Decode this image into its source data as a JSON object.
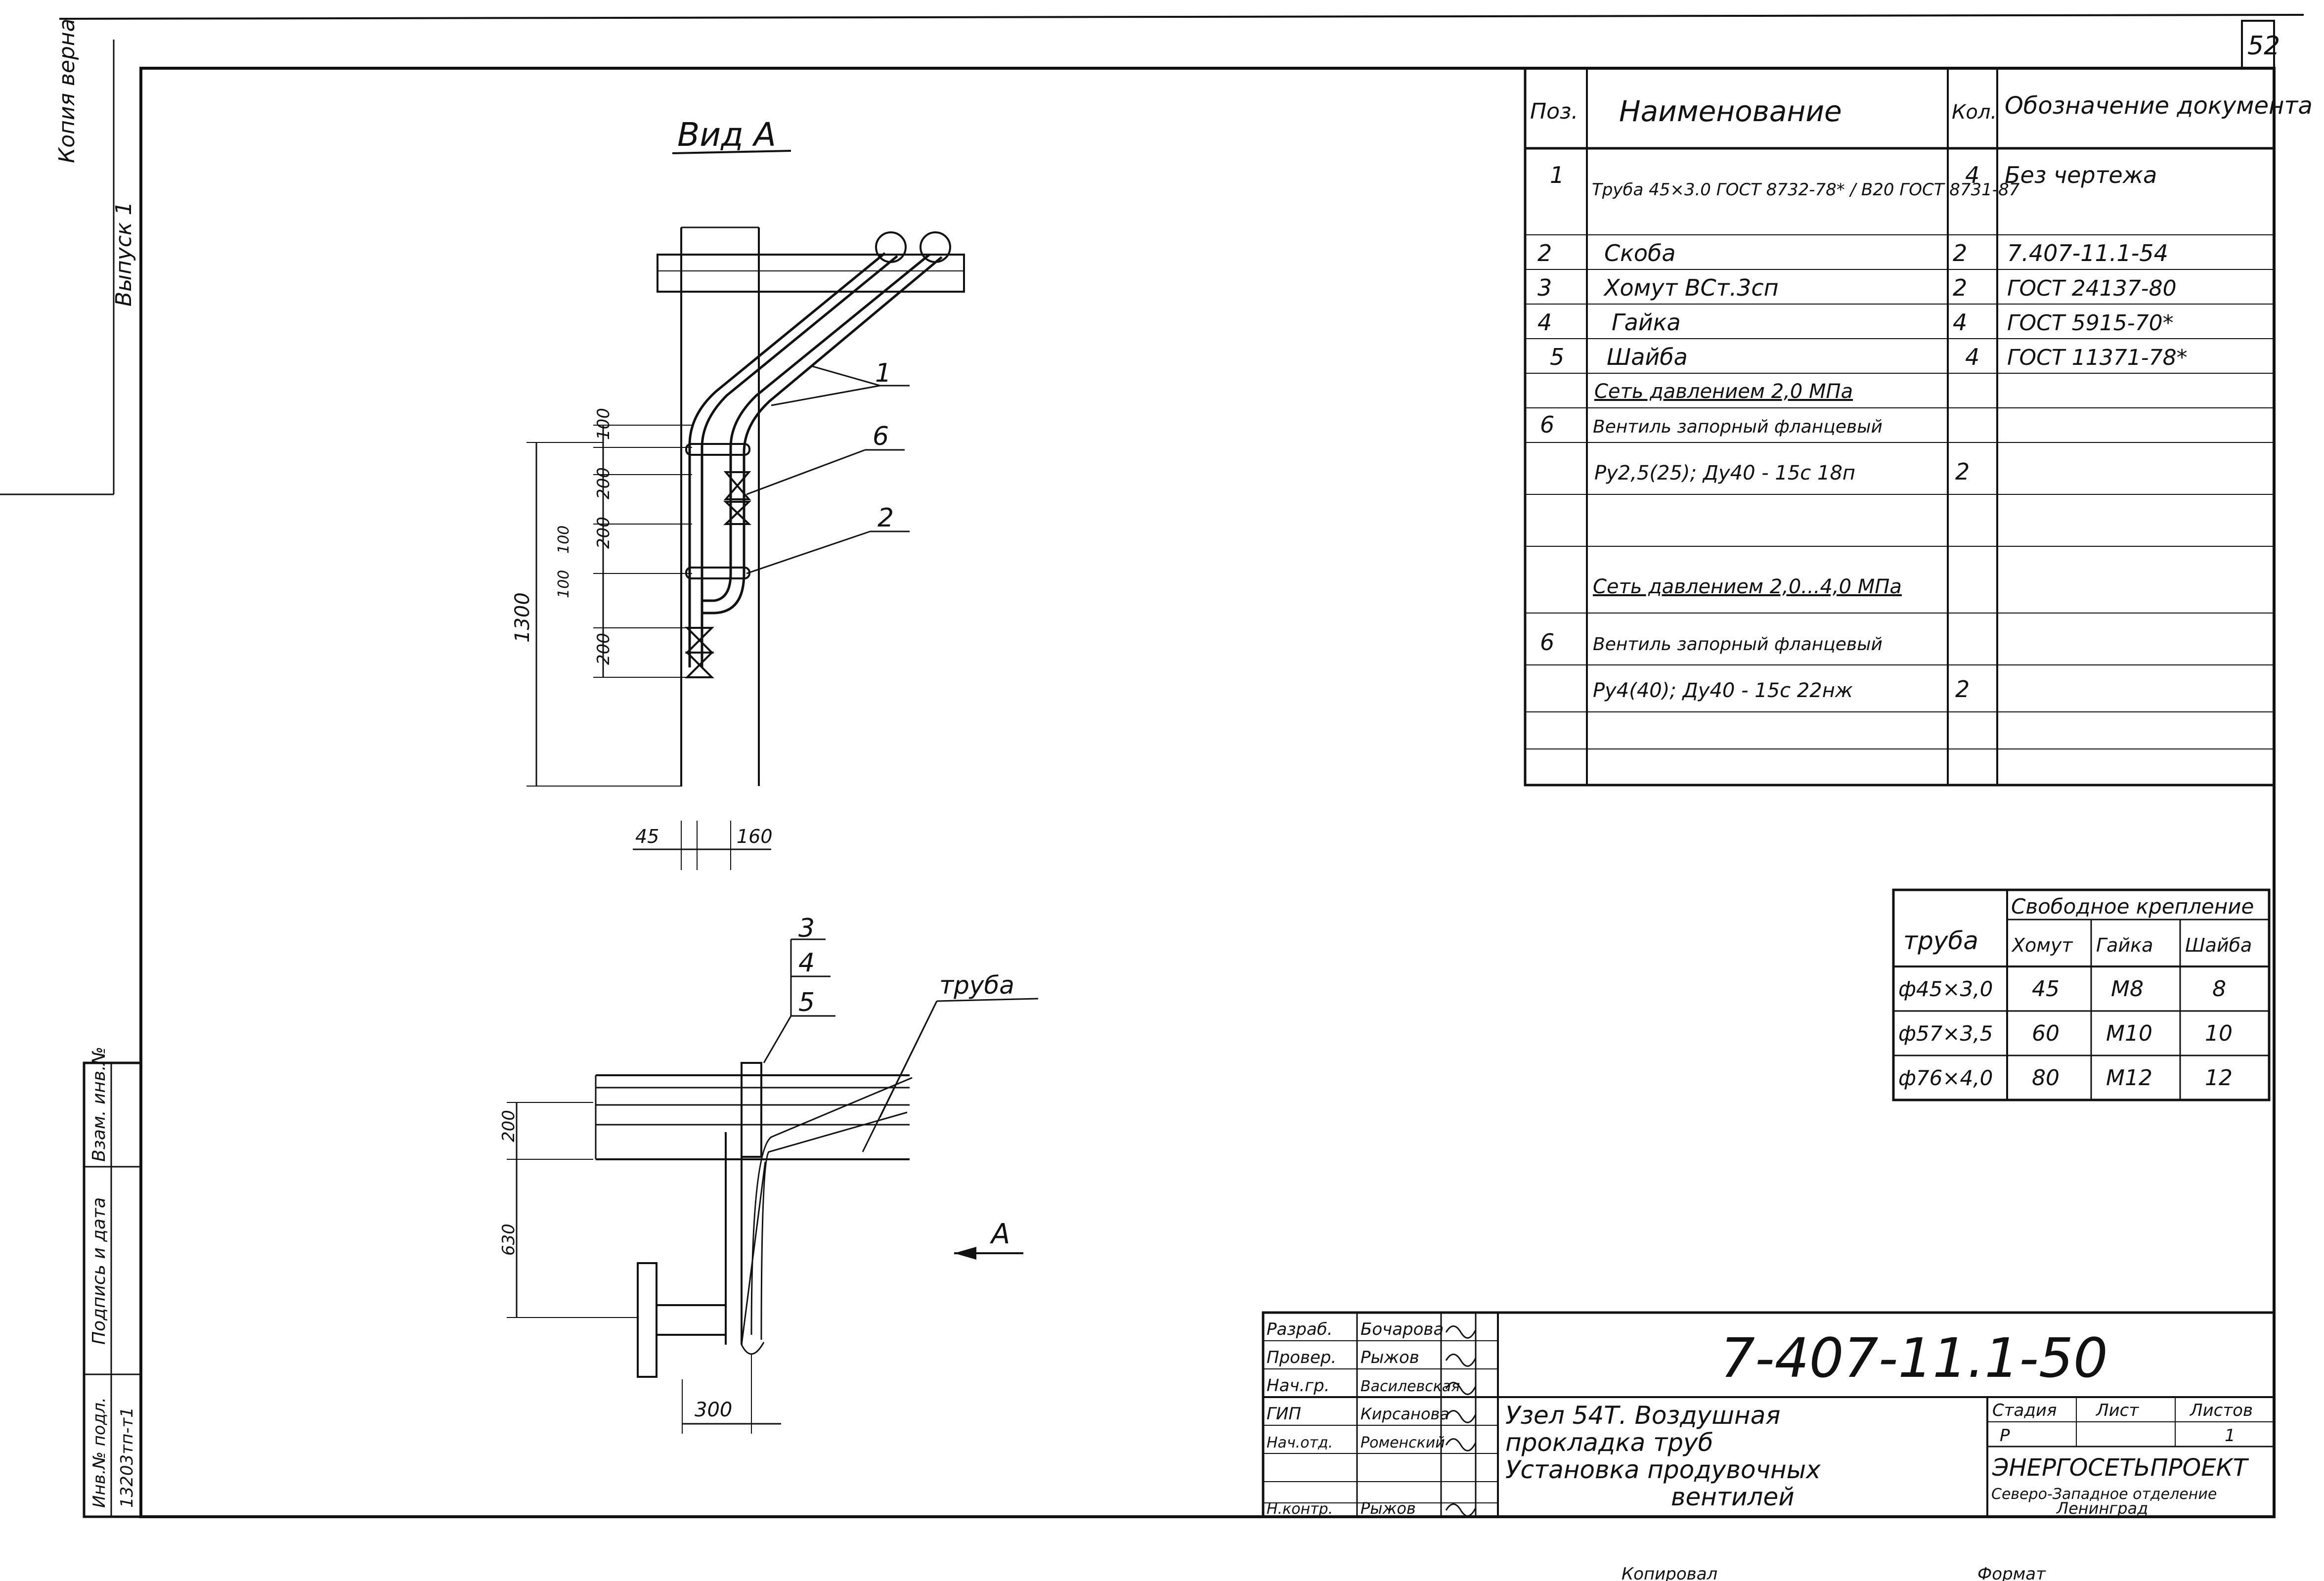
{
  "page_number": "52",
  "margin": {
    "stamp_text": "Копия верна",
    "issue": "Выпуск 1"
  },
  "view_title": "Вид А",
  "view_arrow_label": "А",
  "dimensions": {
    "top_gap": "100",
    "valve_upper": "200",
    "valve_span": "200",
    "small_a": "100",
    "small_b": "100",
    "lower": "200",
    "total_height": "1300",
    "pipe_offset": "45",
    "post_offset": "160",
    "plan_width": "200",
    "plan_depth": "630",
    "plan_base": "300"
  },
  "callouts": {
    "pipe": "1",
    "valve": "6",
    "bracket": "2",
    "clamp": "3",
    "nut": "4",
    "washer": "5",
    "pipe_label": "труба"
  },
  "spec_table": {
    "headers": [
      "Поз.",
      "Наименование",
      "Кол.",
      "Обозначение документа"
    ],
    "rows": [
      {
        "pos": "1",
        "name": "Труба 45×3.0 ГОСТ 8732-78* / В20 ГОСТ 8731-87",
        "qty": "4",
        "doc": "Без чертежа"
      },
      {
        "pos": "2",
        "name": "Скоба",
        "qty": "2",
        "doc": "7.407-11.1-54"
      },
      {
        "pos": "3",
        "name": "Хомут      ВСт.3сп",
        "qty": "2",
        "doc": "ГОСТ 24137-80"
      },
      {
        "pos": "4",
        "name": "Гайка",
        "qty": "4",
        "doc": "ГОСТ 5915-70*"
      },
      {
        "pos": "5",
        "name": "Шайба",
        "qty": "4",
        "doc": "ГОСТ 11371-78*"
      },
      {
        "pos": "",
        "name": "Сеть давлением 2,0 МПа",
        "qty": "",
        "doc": ""
      },
      {
        "pos": "6",
        "name": "Вентиль запорный фланцевый",
        "qty": "",
        "doc": ""
      },
      {
        "pos": "",
        "name": "Ру2,5(25); Ду40 - 15с 18п",
        "qty": "2",
        "doc": ""
      },
      {
        "pos": "",
        "name": "",
        "qty": "",
        "doc": ""
      },
      {
        "pos": "",
        "name": "Сеть давлением 2,0...4,0 МПа",
        "qty": "",
        "doc": ""
      },
      {
        "pos": "6",
        "name": "Вентиль запорный фланцевый",
        "qty": "",
        "doc": ""
      },
      {
        "pos": "",
        "name": "Ру4(40); Ду40 - 15с 22нж",
        "qty": "2",
        "doc": ""
      },
      {
        "pos": "",
        "name": "",
        "qty": "",
        "doc": ""
      },
      {
        "pos": "",
        "name": "",
        "qty": "",
        "doc": ""
      }
    ]
  },
  "fastening_table": {
    "group_header": "Свободное крепление",
    "col_pipe": "труба",
    "col_clamp": "Хомут",
    "col_nut": "Гайка",
    "col_washer": "Шайба",
    "rows": [
      {
        "pipe": "ф45×3,0",
        "clamp": "45",
        "nut": "М8",
        "washer": "8"
      },
      {
        "pipe": "ф57×3,5",
        "clamp": "60",
        "nut": "М10",
        "washer": "10"
      },
      {
        "pipe": "ф76×4,0",
        "clamp": "80",
        "nut": "М12",
        "washer": "12"
      }
    ]
  },
  "left_strip": {
    "inv_label": "Инв.№ подл.",
    "inv_value": "13203тп-т1",
    "sign_label": "Подпись и дата",
    "replace_label": "Взам. инв.№"
  },
  "title_block": {
    "doc_code": "7-407-11.1-50",
    "title_lines": [
      "Узел 54Т. Воздушная",
      "прокладка труб",
      "Установка продувочных",
      "вентилей"
    ],
    "stage_label": "Стадия",
    "sheet_label": "Лист",
    "sheets_label": "Листов",
    "stage_value": "Р",
    "sheet_value": "1",
    "org_name": "ЭНЕРГОСЕТЬПРОЕКТ",
    "org_branch": "Северо-Западное отделение",
    "org_city": "Ленинград",
    "roles": [
      {
        "role": "Разраб.",
        "name": "Бочарова"
      },
      {
        "role": "Провер.",
        "name": "Рыжов"
      },
      {
        "role": "Нач.гр.",
        "name": "Василевская"
      },
      {
        "role": "ГИП",
        "name": "Кирсанова"
      },
      {
        "role": "Нач.отд.",
        "name": "Роменский"
      },
      {
        "role": "",
        "name": ""
      },
      {
        "role": "Н.контр.",
        "name": "Рыжов"
      }
    ]
  },
  "footer": {
    "copied": "Копировал",
    "format": "Формат"
  }
}
